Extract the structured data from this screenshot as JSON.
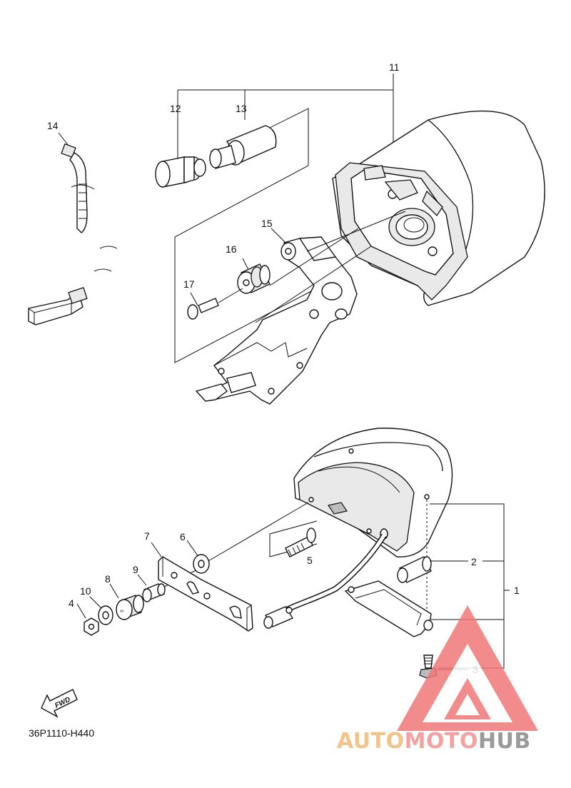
{
  "diagram": {
    "labels": [
      "1",
      "2",
      "3",
      "4",
      "5",
      "6",
      "7",
      "8",
      "9",
      "10",
      "11",
      "12",
      "13",
      "14",
      "15",
      "16",
      "17"
    ],
    "fwd_label": "FWD",
    "drawing_code": "36P1110-H440"
  },
  "watermark": {
    "part1": "AUTO",
    "part2": "MOTO",
    "part3": "HUB",
    "colors": {
      "auto": "#f3c48a",
      "moto": "#f3a1a1",
      "hub": "#9a9a9a",
      "triangle": "#f07878"
    }
  }
}
